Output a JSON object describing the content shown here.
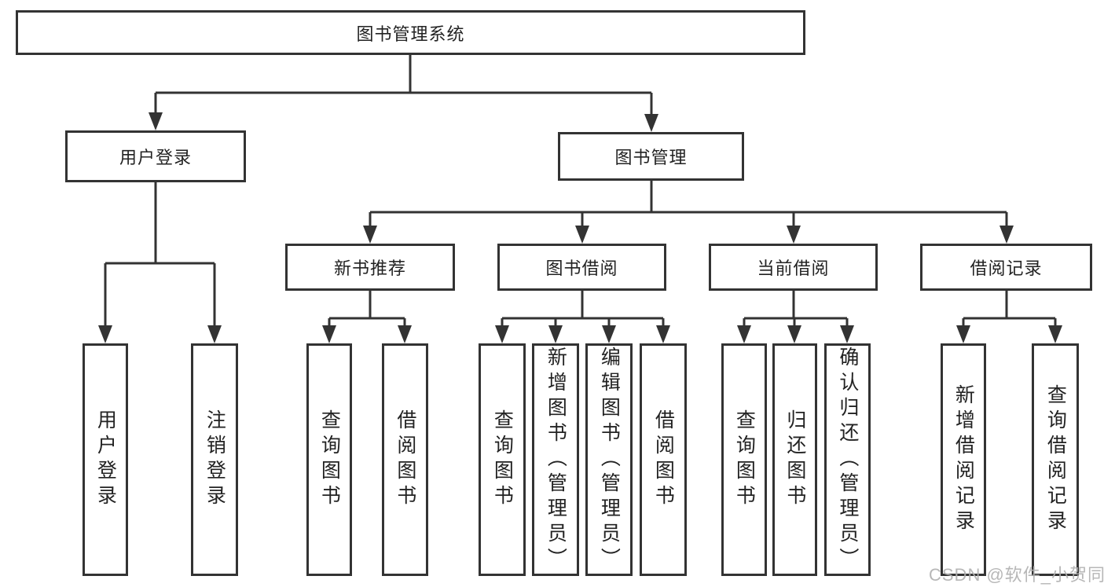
{
  "diagram": {
    "root": "图书管理系统",
    "level2": {
      "user_login": "用户登录",
      "book_management": "图书管理"
    },
    "level3": {
      "new_book_recommend": "新书推荐",
      "book_borrow": "图书借阅",
      "current_borrow": "当前借阅",
      "borrow_records": "借阅记录"
    },
    "leaves": {
      "user_login": [
        "用户登录",
        "注销登录"
      ],
      "new_book_recommend": [
        "查询图书",
        "借阅图书"
      ],
      "book_borrow": [
        "查询图书",
        "新增图书（管理员）",
        "编辑图书（管理员）",
        "借阅图书"
      ],
      "current_borrow": [
        "查询图书",
        "归还图书",
        "确认归还（管理员）"
      ],
      "borrow_records": [
        "新增借阅记录",
        "查询借阅记录"
      ]
    }
  },
  "watermark": "CSDN @软件_小贺同学",
  "colors": {
    "line": "#333333",
    "box_fill": "#ffffff",
    "text": "#222222",
    "watermark": "#afafaf"
  }
}
